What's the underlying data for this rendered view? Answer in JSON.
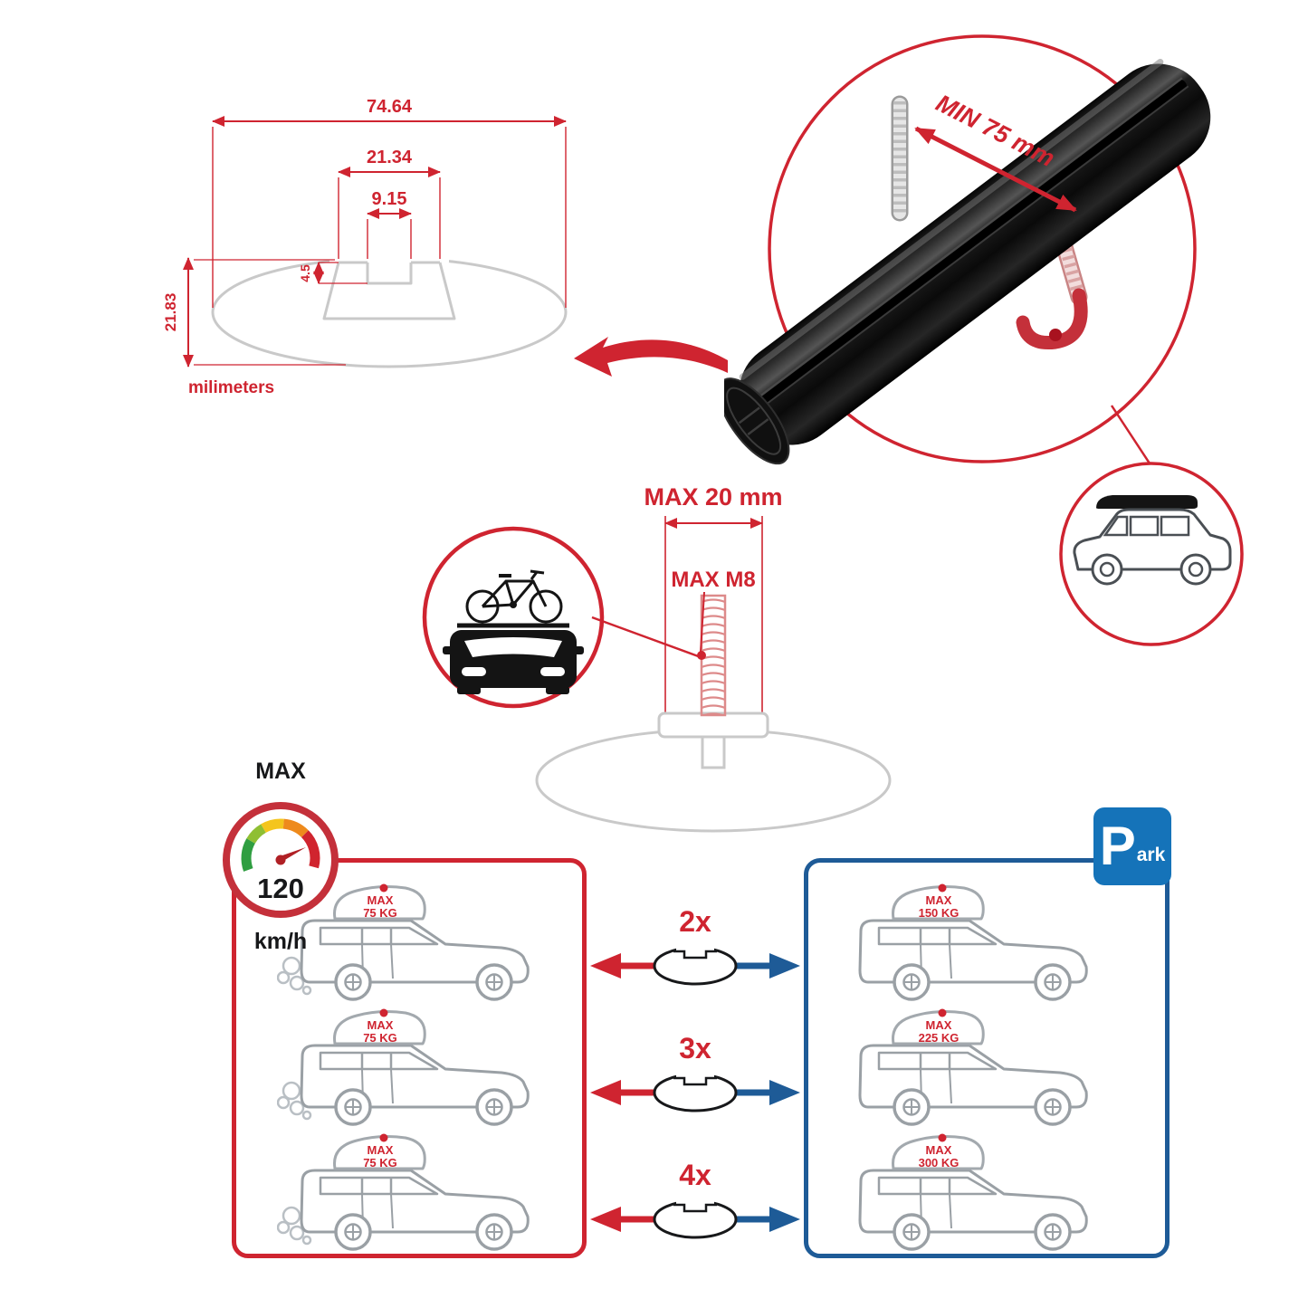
{
  "colors": {
    "red": "#cf2430",
    "blue": "#1e5b97",
    "park_blue": "#1573b9",
    "line_gray": "#c9c9c9",
    "car_gray": "#9aa0a5",
    "black": "#111111"
  },
  "profile_dimensions": {
    "total_width": "74.64",
    "channel_outer_width": "21.34",
    "channel_inner_width": "9.15",
    "channel_depth": "4.5",
    "total_height": "21.83",
    "unit_label": "milimeters"
  },
  "clamp_detail": {
    "min_span_label": "MIN 75 mm"
  },
  "bolt_detail": {
    "max_length_label": "MAX 20 mm",
    "max_thread_label": "MAX M8"
  },
  "speed_limit": {
    "heading": "MAX",
    "value": "120",
    "unit": "km/h"
  },
  "capacity": {
    "multipliers": [
      "2x",
      "3x",
      "4x"
    ],
    "moving_cars": [
      {
        "label": "MAX",
        "weight": "75 KG"
      },
      {
        "label": "MAX",
        "weight": "75 KG"
      },
      {
        "label": "MAX",
        "weight": "75 KG"
      }
    ],
    "parked_cars": [
      {
        "label": "MAX",
        "weight": "150 KG"
      },
      {
        "label": "MAX",
        "weight": "225 KG"
      },
      {
        "label": "MAX",
        "weight": "300 KG"
      }
    ],
    "park_sign": {
      "letter": "P",
      "suffix": "ark"
    }
  },
  "icons": [
    "crossbar-profile-diagram",
    "crossbar-clamp-photo",
    "u-bolt",
    "suv-with-roofbox",
    "car-front-with-bike",
    "threaded-bolt",
    "speedometer-gauge",
    "parking-sign",
    "suv-side-view",
    "roof-cargo-bag",
    "crossbar-cross-section",
    "direction-arrows"
  ]
}
